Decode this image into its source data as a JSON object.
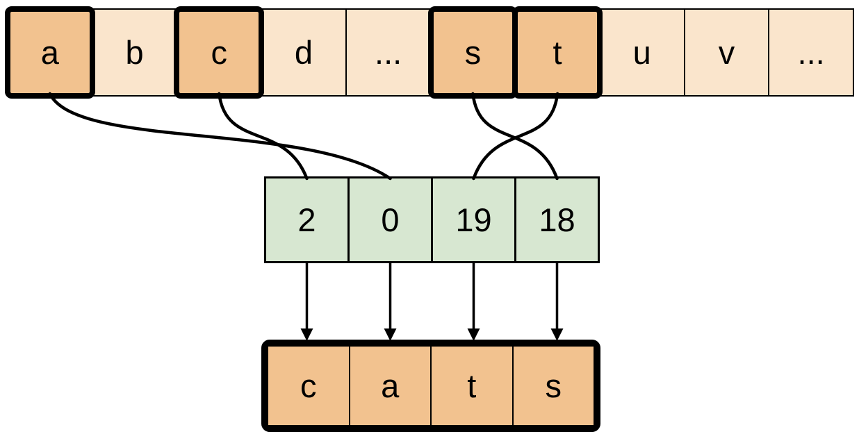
{
  "diagram": {
    "alphabet_row": {
      "cells": [
        {
          "label": "a",
          "highlighted": true
        },
        {
          "label": "b",
          "highlighted": false
        },
        {
          "label": "c",
          "highlighted": true
        },
        {
          "label": "d",
          "highlighted": false
        },
        {
          "label": "...",
          "highlighted": false
        },
        {
          "label": "s",
          "highlighted": true
        },
        {
          "label": "t",
          "highlighted": true
        },
        {
          "label": "u",
          "highlighted": false
        },
        {
          "label": "v",
          "highlighted": false
        },
        {
          "label": "...",
          "highlighted": false
        }
      ]
    },
    "index_row": {
      "cells": [
        {
          "value": "2"
        },
        {
          "value": "0"
        },
        {
          "value": "19"
        },
        {
          "value": "18"
        }
      ]
    },
    "output_row": {
      "cells": [
        {
          "label": "c"
        },
        {
          "label": "a"
        },
        {
          "label": "t"
        },
        {
          "label": "s"
        }
      ]
    },
    "connections": [
      {
        "from_letter": "a",
        "to_value": "0"
      },
      {
        "from_letter": "c",
        "to_value": "2"
      },
      {
        "from_letter": "s",
        "to_value": "18"
      },
      {
        "from_letter": "t",
        "to_value": "19"
      }
    ],
    "colors": {
      "base_fill": "#FAE5CC",
      "highlight_fill": "#F2C28F",
      "index_fill": "#D7E7D1",
      "line": "#000000",
      "background": "#FFFFFF"
    }
  }
}
